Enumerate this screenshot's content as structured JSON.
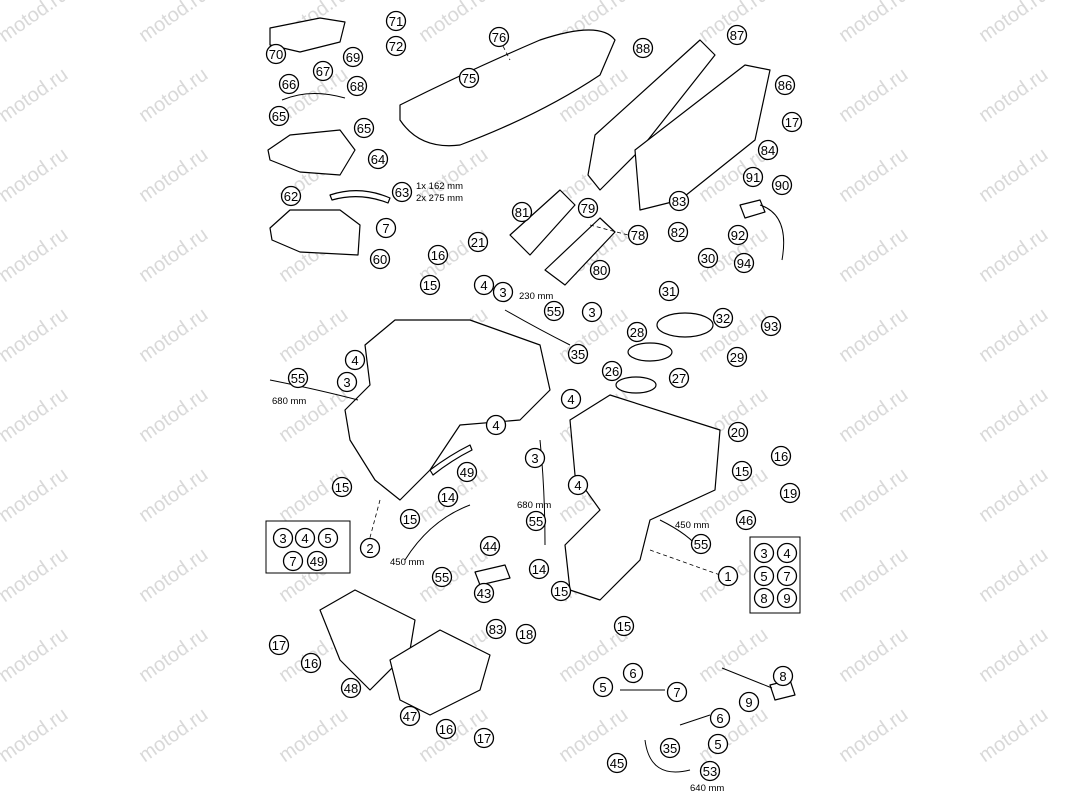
{
  "watermark": "motod.ru",
  "callouts": {
    "n1": "1",
    "n2": "2",
    "n3": "3",
    "n4": "4",
    "n5": "5",
    "n6": "6",
    "n7": "7",
    "n8": "8",
    "n9": "9",
    "n14": "14",
    "n15": "15",
    "n16": "16",
    "n17": "17",
    "n18": "18",
    "n19": "19",
    "n20": "20",
    "n21": "21",
    "n26": "26",
    "n27": "27",
    "n28": "28",
    "n29": "29",
    "n30": "30",
    "n31": "31",
    "n32": "32",
    "n35": "35",
    "n43": "43",
    "n44": "44",
    "n45": "45",
    "n46": "46",
    "n47": "47",
    "n48": "48",
    "n49": "49",
    "n53": "53",
    "n55": "55",
    "n60": "60",
    "n62": "62",
    "n63": "63",
    "n64": "64",
    "n65": "65",
    "n66": "66",
    "n67": "67",
    "n68": "68",
    "n69": "69",
    "n70": "70",
    "n71": "71",
    "n72": "72",
    "n75": "75",
    "n76": "76",
    "n78": "78",
    "n79": "79",
    "n80": "80",
    "n81": "81",
    "n82": "82",
    "n83": "83",
    "n84": "84",
    "n86": "86",
    "n87": "87",
    "n88": "88",
    "n90": "90",
    "n91": "91",
    "n92": "92",
    "n93": "93",
    "n94": "94"
  },
  "dimensions": {
    "d63a": "1x 162 mm",
    "d63b": "2x 275 mm",
    "d230": "230 mm",
    "d680a": "680 mm",
    "d680b": "680 mm",
    "d450a": "450 mm",
    "d450b": "450 mm",
    "d640": "640 mm"
  }
}
